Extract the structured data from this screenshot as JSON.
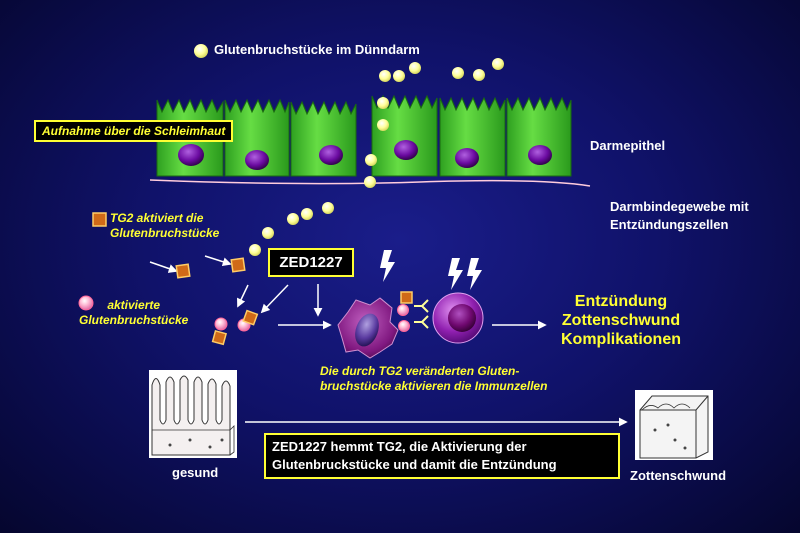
{
  "legend_gluten": "Glutenbruchstücke im Dünndarm",
  "uptake_label": "Aufnahme über die Schleimhaut",
  "epithel_label": "Darmepithel",
  "tissue_label": "Darmbindegewebe mit\nEntzündungszellen",
  "tg2_label": "TG2 aktiviert die\nGlutenbruchstücke",
  "activated_label": "aktivierte\nGlutenbruchstücke",
  "drug_label": "ZED1227",
  "outcome_label": "Entzündung\nZottenschwund\nKomplikationen",
  "immune_label": "Die durch TG2 veränderten Gluten-\nbruchstücke aktivieren die Immunzellen",
  "healthy_label": "gesund",
  "atrophy_label": "Zottenschwund",
  "summary_label": "ZED1227 hemmt TG2, die Aktivierung der\nGlutenbruckstücke und damit die  Entzündung",
  "colors": {
    "gluten": "#ffffcc",
    "cell": "#44cc33",
    "nucleus": "#6a0aa0",
    "tg2": "#d06a18",
    "text_accent": "#ffff33",
    "membrane": "#ffccdd"
  }
}
